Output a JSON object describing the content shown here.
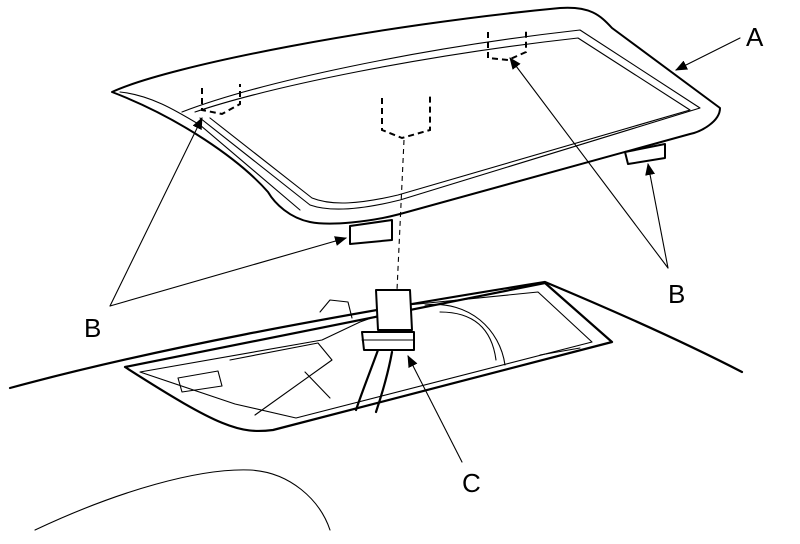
{
  "labels": {
    "a": "A",
    "b_left": "B",
    "b_right": "B",
    "c": "C"
  }
}
